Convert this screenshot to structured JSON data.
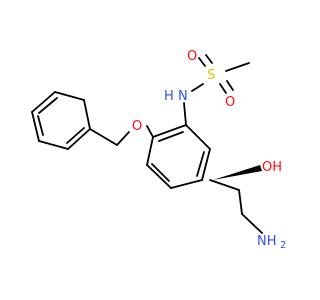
{
  "atoms": {
    "S": {
      "text": "S",
      "color": "#E6C200"
    },
    "O1": {
      "text": "O",
      "color": "#FF0D0D"
    },
    "O2": {
      "text": "O",
      "color": "#FF0D0D"
    },
    "N": {
      "text": "N",
      "color": "#3050F8"
    },
    "H_N": {
      "text": "H",
      "color": "#3050F8"
    },
    "O3": {
      "text": "O",
      "color": "#FF0D0D"
    },
    "OH": {
      "text": "OH",
      "color": "#FF0D0D"
    },
    "NH2": {
      "text": "NH",
      "color": "#3050F8"
    },
    "NH2_sub": {
      "text": "2",
      "color": "#3050F8"
    }
  },
  "colors": {
    "bond": "#000000",
    "background": "#ffffff"
  }
}
